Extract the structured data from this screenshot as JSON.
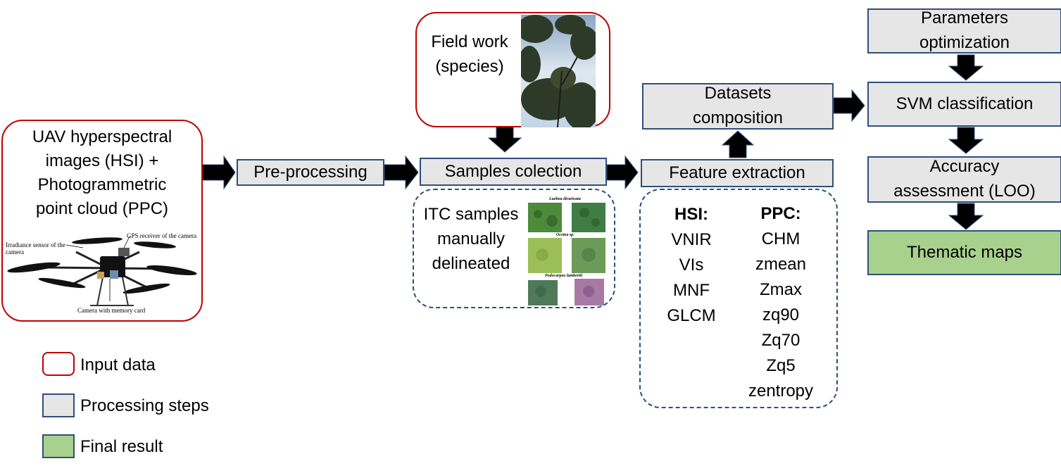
{
  "nodes": {
    "uav_input": [
      "UAV hyperspectral",
      "images (HSI) +",
      "Photogrammetric",
      "point cloud (PPC)"
    ],
    "uav_annotations": {
      "gps": "GPS receiver of the camera",
      "irradiance": "Irradiance sensor of the camera",
      "camera": "Camera with memory card"
    },
    "preprocessing": "Pre-processing",
    "field_work": [
      "Field work",
      "(species)"
    ],
    "samples_collection": "Samples colection",
    "itc_samples": [
      "ITC samples",
      "manually",
      "delineated"
    ],
    "itc_species": [
      "Luehea divaricata",
      "Ocotea sp.",
      "Podocarpus lambertii"
    ],
    "feature_extraction": "Feature extraction",
    "datasets_composition": [
      "Datasets",
      "composition"
    ],
    "parameters_optimization": [
      "Parameters",
      "optimization"
    ],
    "svm_classification": "SVM classification",
    "accuracy_assessment": [
      "Accuracy",
      "assessment (LOO)"
    ],
    "thematic_maps": "Thematic maps"
  },
  "features": {
    "hsi_header": "HSI:",
    "hsi": [
      "VNIR",
      "VIs",
      "MNF",
      "GLCM"
    ],
    "ppc_header": "PPC:",
    "ppc": [
      "CHM",
      "zmean",
      "Zmax",
      "zq90",
      "Zq70",
      "Zq5",
      "zentropy"
    ]
  },
  "legend": {
    "input": "Input data",
    "processing": "Processing steps",
    "final": "Final result"
  },
  "colors": {
    "input_border": "#c00000",
    "process_fill": "#e7e6e6",
    "process_border": "#2f4f7a",
    "final_fill": "#a9d18e",
    "arrow": "#000000"
  }
}
